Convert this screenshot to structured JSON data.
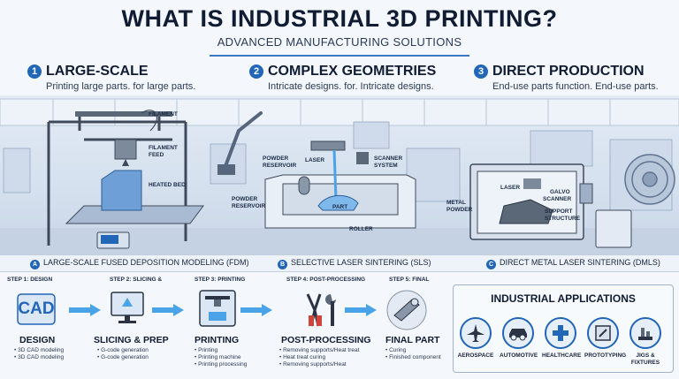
{
  "title": "WHAT IS INDUSTRIAL 3D PRINTING?",
  "subtitle": "ADVANCED MANUFACTURING SOLUTIONS",
  "sections": [
    {
      "num": "1",
      "heading": "LARGE-SCALE",
      "description": "Printing large parts. for large parts."
    },
    {
      "num": "2",
      "heading": "COMPLEX GEOMETRIES",
      "description": "Intricate designs. for. Intricate designs."
    },
    {
      "num": "3",
      "heading": "DIRECT PRODUCTION",
      "description": "End-use parts function. End-use parts."
    }
  ],
  "labels": {
    "fdm": {
      "filament": "FILAMENT",
      "filament_feed_1": "FILAMENT",
      "filament_feed_2": "FEED",
      "heated_bed": "HEATED BED"
    },
    "sls": {
      "powder_reservoir_a1": "POWDER",
      "powder_reservoir_a2": "RESERVOIR",
      "laser": "LASER",
      "scanner_1": "SCANNER",
      "scanner_2": "SYSTEM",
      "powder_reservoir_b1": "POWDER",
      "powder_reservoir_b2": "RESERVOIR",
      "part": "PART",
      "roller": "ROLLER"
    },
    "dmls": {
      "laser": "LASER",
      "galvo_1": "GALVO",
      "galvo_2": "SCANNER",
      "metal_powder_1": "METAL",
      "metal_powder_2": "POWDER",
      "support_1": "SUPPORT",
      "support_2": "STRUCTURE"
    }
  },
  "captions": [
    {
      "badge": "A",
      "text": "LARGE-SCALE FUSED DEPOSITION MODELING (FDM)"
    },
    {
      "badge": "B",
      "text": "SELECTIVE LASER SINTERING (SLS)"
    },
    {
      "badge": "C",
      "text": "DIRECT METAL LASER SINTERING (DMLS)"
    }
  ],
  "steps": [
    {
      "step": "STEP 1: DESIGN",
      "icon_text": "CAD",
      "name": "DESIGN",
      "bullets": [
        "• 3D CAD modeling",
        "• 3D CAD modeling"
      ]
    },
    {
      "step": "STEP 2: SLICING &",
      "name": "SLICING & PREP",
      "bullets": [
        "• G-code generation",
        "• G-code generation"
      ]
    },
    {
      "step": "STEP 3: PRINTING",
      "name": "PRINTING",
      "bullets": [
        "• Printing",
        "• Printing machine",
        "• Printing processing"
      ]
    },
    {
      "step": "STEP 4: POST-PROCESSING",
      "name": "POST-PROCESSING",
      "bullets": [
        "• Removing supports/Heat treat",
        "• Heat treat curing",
        "• Removing supports/Heat"
      ]
    },
    {
      "step": "STEP 5: FINAL",
      "name": "FINAL PART",
      "bullets": [
        "• Curing",
        "• Finished component"
      ]
    }
  ],
  "applications": {
    "heading": "INDUSTRIAL APPLICATIONS",
    "items": [
      {
        "name": "AEROSPACE",
        "icon": "airplane-icon"
      },
      {
        "name": "AUTOMOTIVE",
        "icon": "car-icon"
      },
      {
        "name": "HEALTHCARE",
        "icon": "medical-cross-icon"
      },
      {
        "name": "PROTOTYPING",
        "icon": "prototype-icon"
      },
      {
        "name": "JIGS &",
        "name2": "FIXTURES",
        "icon": "jig-icon"
      }
    ]
  },
  "colors": {
    "accent": "#2266b8",
    "arrow": "#4aa3e8",
    "dark": "#101c33"
  }
}
